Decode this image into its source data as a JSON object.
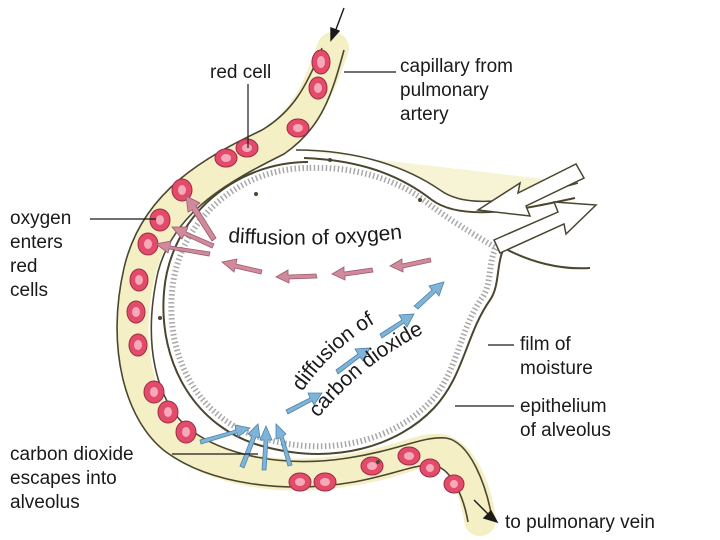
{
  "labels": {
    "red_cell": "red cell",
    "capillary_from": [
      "capillary from",
      "pulmonary",
      "artery"
    ],
    "oxygen_enters": [
      "oxygen",
      "enters",
      "red",
      "cells"
    ],
    "diffusion_oxygen": "diffusion of oxygen",
    "diffusion_co2_line1": "diffusion of",
    "diffusion_co2_line2": "carbon dioxide",
    "film": [
      "film of",
      "moisture"
    ],
    "epithelium": [
      "epithelium",
      "of alveolus"
    ],
    "co2_escapes": [
      "carbon dioxide",
      "escapes into",
      "alveolus"
    ],
    "to_vein": "to pulmonary vein"
  },
  "colors": {
    "capillary_fill": "#f4efc4",
    "capillary_stroke": "#4a4630",
    "red_cell_fill": "#e24b6a",
    "red_cell_inner": "#f6a9b9",
    "oxygen_arrow": "#d1899c",
    "co2_arrow": "#7fb4d8",
    "moisture": "#a8a8a8"
  }
}
